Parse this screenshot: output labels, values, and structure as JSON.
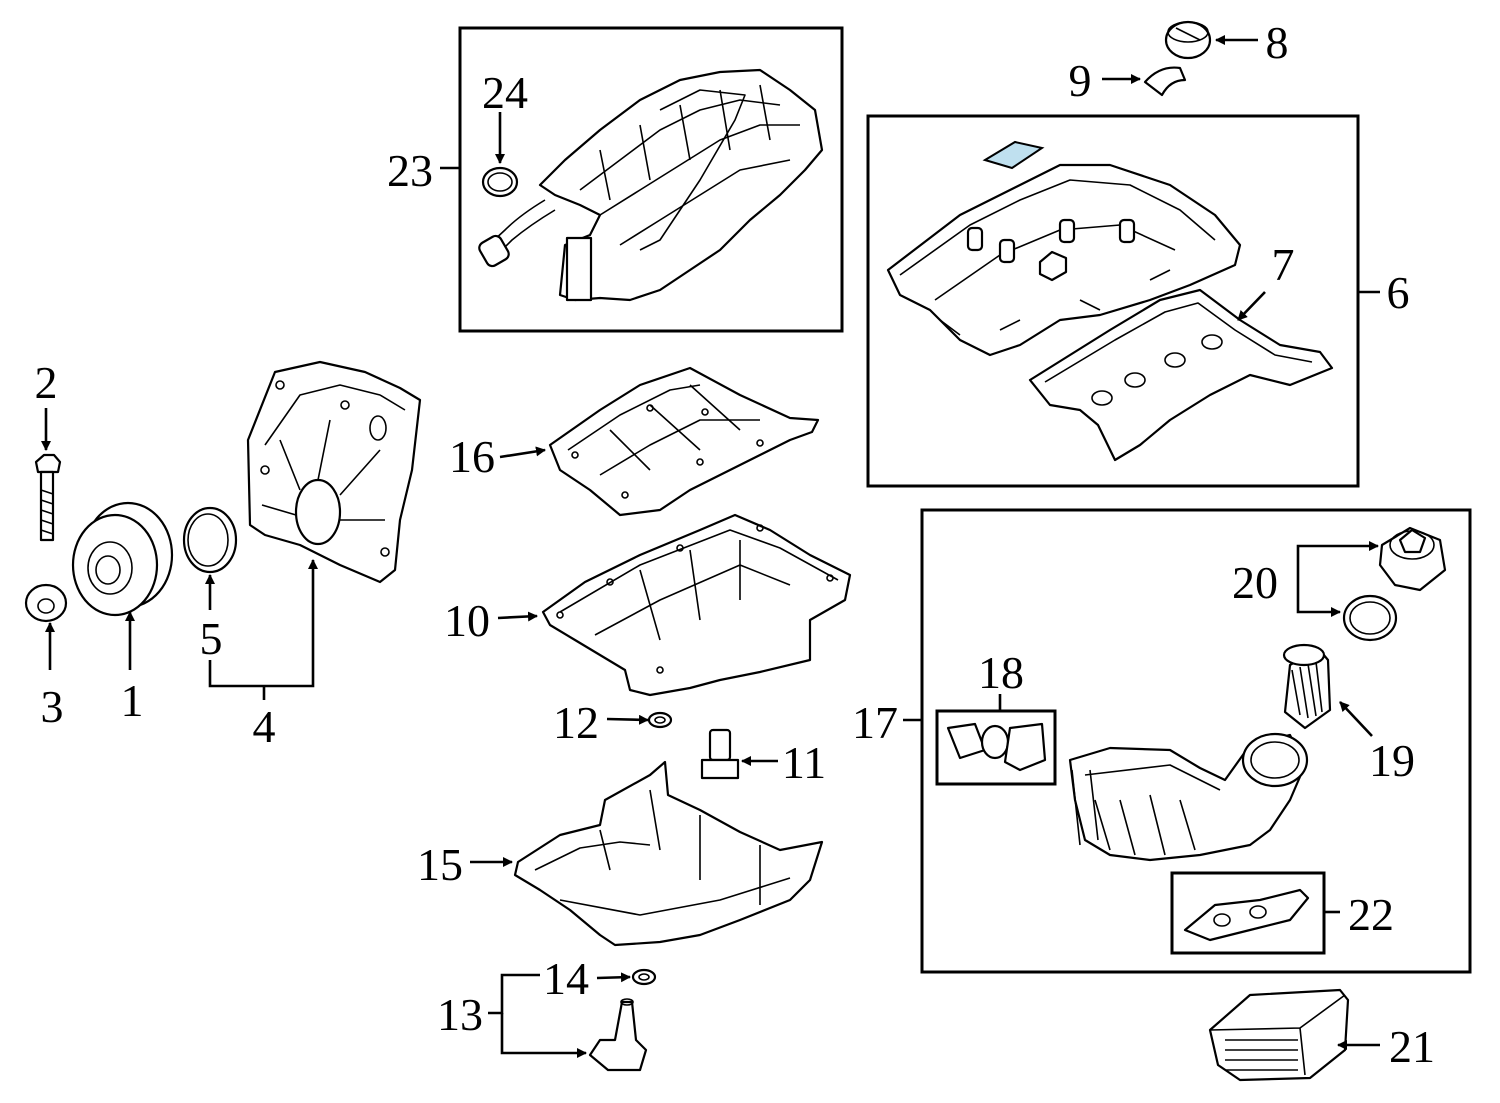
{
  "diagram": {
    "labels": {
      "p1": "1",
      "p2": "2",
      "p3": "3",
      "p4": "4",
      "p5": "5",
      "p6": "6",
      "p7": "7",
      "p8": "8",
      "p9": "9",
      "p10": "10",
      "p11": "11",
      "p12": "12",
      "p13": "13",
      "p14": "14",
      "p15": "15",
      "p16": "16",
      "p17": "17",
      "p18": "18",
      "p19": "19",
      "p20": "20",
      "p21": "21",
      "p22": "22",
      "p23": "23",
      "p24": "24"
    },
    "colors": {
      "line": "#000000",
      "background": "#ffffff",
      "highlight": "#bfe0ef"
    }
  }
}
